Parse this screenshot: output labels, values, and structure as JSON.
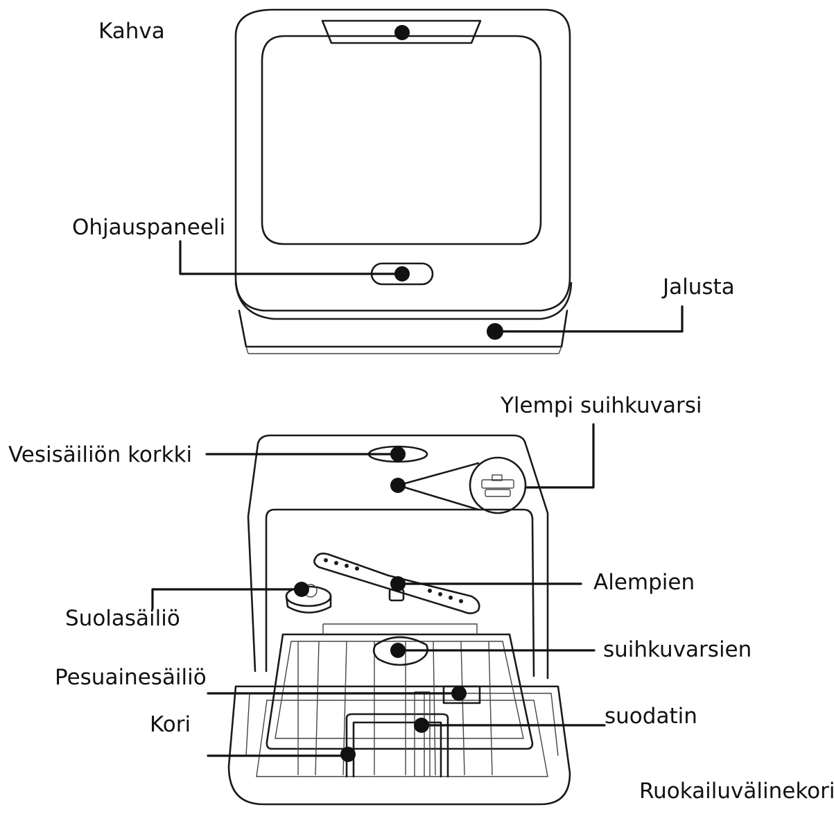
{
  "labels": {
    "kahva": "Kahva",
    "ohjauspaneeli": "Ohjauspaneeli",
    "jalusta": "Jalusta",
    "ylempi": "Ylempi suihkuvarsi",
    "vesisailion": "Vesisäiliön korkki",
    "alempien": "Alempien",
    "suolasailio": "Suolasäiliö",
    "suihkuvarsien": "suihkuvarsien",
    "pesuainesailio": "Pesuainesäiliö",
    "suodatin": "suodatin",
    "kori": "Kori",
    "ruokailuvalinekori": "Ruokailuvälinekori"
  }
}
